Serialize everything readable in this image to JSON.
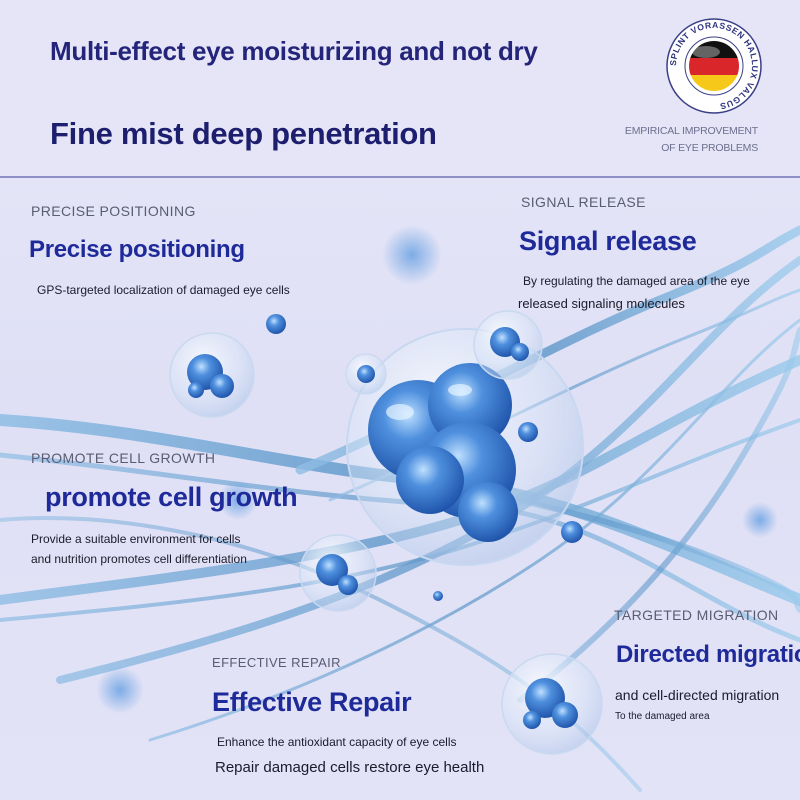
{
  "header": {
    "title_top": "Multi-effect eye moisturizing and not dry",
    "title_main": "Fine mist deep penetration",
    "seal": {
      "ring_text": "SPLINT VORASSEN HALLUX VALGUS",
      "flag_colors": [
        "#111111",
        "#d9262b",
        "#f6c81a"
      ]
    },
    "empirical": {
      "line1": "EMPIRICAL IMPROVEMENT",
      "line2": "OF EYE PROBLEMS"
    }
  },
  "sections": {
    "precise": {
      "caption": "PRECISE POSITIONING",
      "heading": "Precise positioning",
      "desc": "GPS-targeted localization of damaged eye cells"
    },
    "signal": {
      "caption": "SIGNAL RELEASE",
      "heading": "Signal release",
      "desc1": "By regulating the damaged area of the eye",
      "desc2": "released signaling molecules"
    },
    "growth": {
      "caption": "PROMOTE CELL GROWTH",
      "heading": "promote cell growth",
      "desc1": "Provide a suitable environment for cells",
      "desc2": "and nutrition promotes cell differentiation"
    },
    "migration": {
      "caption": "TARGETED MIGRATION",
      "heading": "Directed migration",
      "desc1": "and cell-directed migration",
      "desc2": "To the damaged area"
    },
    "repair": {
      "caption": "EFFECTIVE REPAIR",
      "heading": "Effective Repair",
      "desc1": "Enhance the antioxidant capacity of eye cells",
      "desc2": "Repair damaged cells restore eye health"
    }
  },
  "colors": {
    "heading": "#1f2a9a",
    "header": "#23247a",
    "background": "#e4e4f6",
    "fiber": "#5e97c9",
    "cell": "#2f6fc6"
  }
}
